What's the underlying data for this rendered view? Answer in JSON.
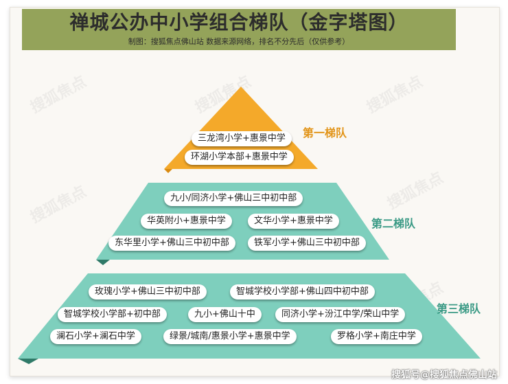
{
  "header": {
    "title": "禅城公办中小学组合梯队（金字塔图）",
    "subtitle": "制图：搜狐焦点佛山站  数据来源网络，排名不分先后（仅供参考）"
  },
  "tiers": [
    {
      "label": "第一梯队",
      "color": "#f4a92a",
      "items": [
        "三龙湾小学+惠景中学",
        "环湖小学本部+惠景中学"
      ]
    },
    {
      "label": "第二梯队",
      "color": "#7ecfbd",
      "items": [
        "九小/同济小学+佛山三中初中部",
        "华英附小+惠景中学",
        "文华小学+惠景中学",
        "东华里小学+佛山三中初中部",
        "铁军小学+佛山三中初中部"
      ]
    },
    {
      "label": "第三梯队",
      "color": "#7ecfbd",
      "items": [
        "玫瑰小学+佛山三中初中部",
        "智城学校小学部+佛山四中初中部",
        "智城学校小学部+初中部",
        "九小+佛山十中",
        "同济小学+汾江中学/荣山中学",
        "澜石小学+澜石中学",
        "绿景/城南/惠景小学+惠景中学",
        "罗格小学+南庄中学"
      ]
    }
  ],
  "watermark": "搜狐号@搜狐焦点佛山站",
  "background_logo": "搜狐焦点"
}
